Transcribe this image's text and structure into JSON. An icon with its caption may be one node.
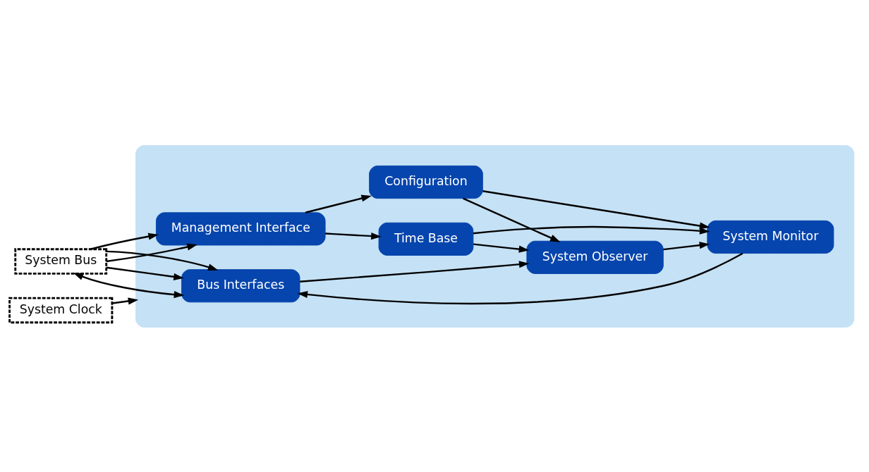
{
  "diagram": {
    "nodes": [
      {
        "text": [
          "System Bus"
        ]
      },
      {
        "text": [],
        "shape": "box"
      },
      {
        "text": [
          "Bus Interfaces"
        ],
        "in": 1
      },
      {
        "text": [
          "System Monitor"
        ],
        "in": 1
      },
      {
        "text": [
          "Time Base"
        ],
        "in": 1
      },
      {
        "text": [
          "System Observer"
        ],
        "in": 1
      },
      {
        "text": [
          "Management Interface"
        ],
        "in": 1
      },
      {
        "text": [
          "Configuration"
        ],
        "in": 1
      },
      {
        "text": [
          "System Clock"
        ]
      }
    ],
    "edges": [
      {
        "from": 0,
        "to": 2,
        "arrow": "both"
      },
      {
        "from": 0,
        "to": 2,
        "arrow": "to"
      },
      {
        "from": 0,
        "to": 2,
        "arrow": "to"
      },
      {
        "from": 0,
        "to": 6,
        "arrow": "to"
      },
      {
        "from": 0,
        "to": 6,
        "arrow": "to"
      },
      {
        "from": 3,
        "to": 2,
        "arrow": "to"
      },
      {
        "from": 2,
        "to": 5,
        "arrow": "to"
      },
      {
        "from": 4,
        "to": 3,
        "arrow": "to"
      },
      {
        "from": 4,
        "to": 5,
        "arrow": "to"
      },
      {
        "from": 5,
        "to": 3,
        "arrow": "to"
      },
      {
        "from": 6,
        "to": 4,
        "arrow": "to"
      },
      {
        "from": 6,
        "to": 7,
        "arrow": "to"
      },
      {
        "from": 7,
        "to": 5,
        "arrow": "to"
      },
      {
        "from": 7,
        "to": 3,
        "arrow": "to"
      },
      {
        "from": 8,
        "to": 1,
        "arrow": "to"
      }
    ]
  }
}
